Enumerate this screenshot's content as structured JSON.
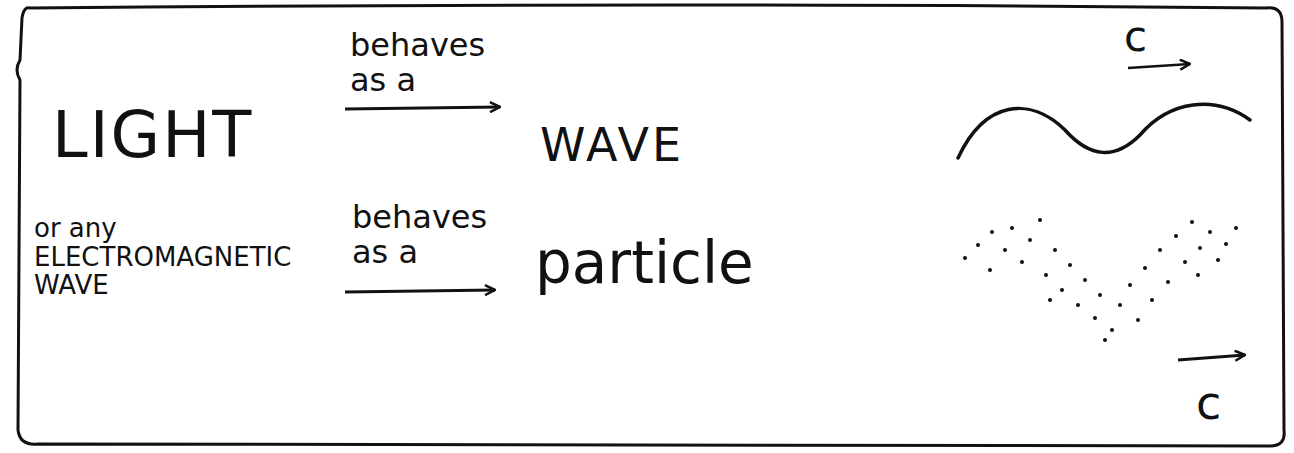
{
  "diagram": {
    "labels": [
      "LIGHT",
      "behaves as a",
      "WAVE",
      "c",
      "or any ELECTROMAGNETIC WAVE",
      "behaves as a",
      "particle",
      "c"
    ]
  }
}
